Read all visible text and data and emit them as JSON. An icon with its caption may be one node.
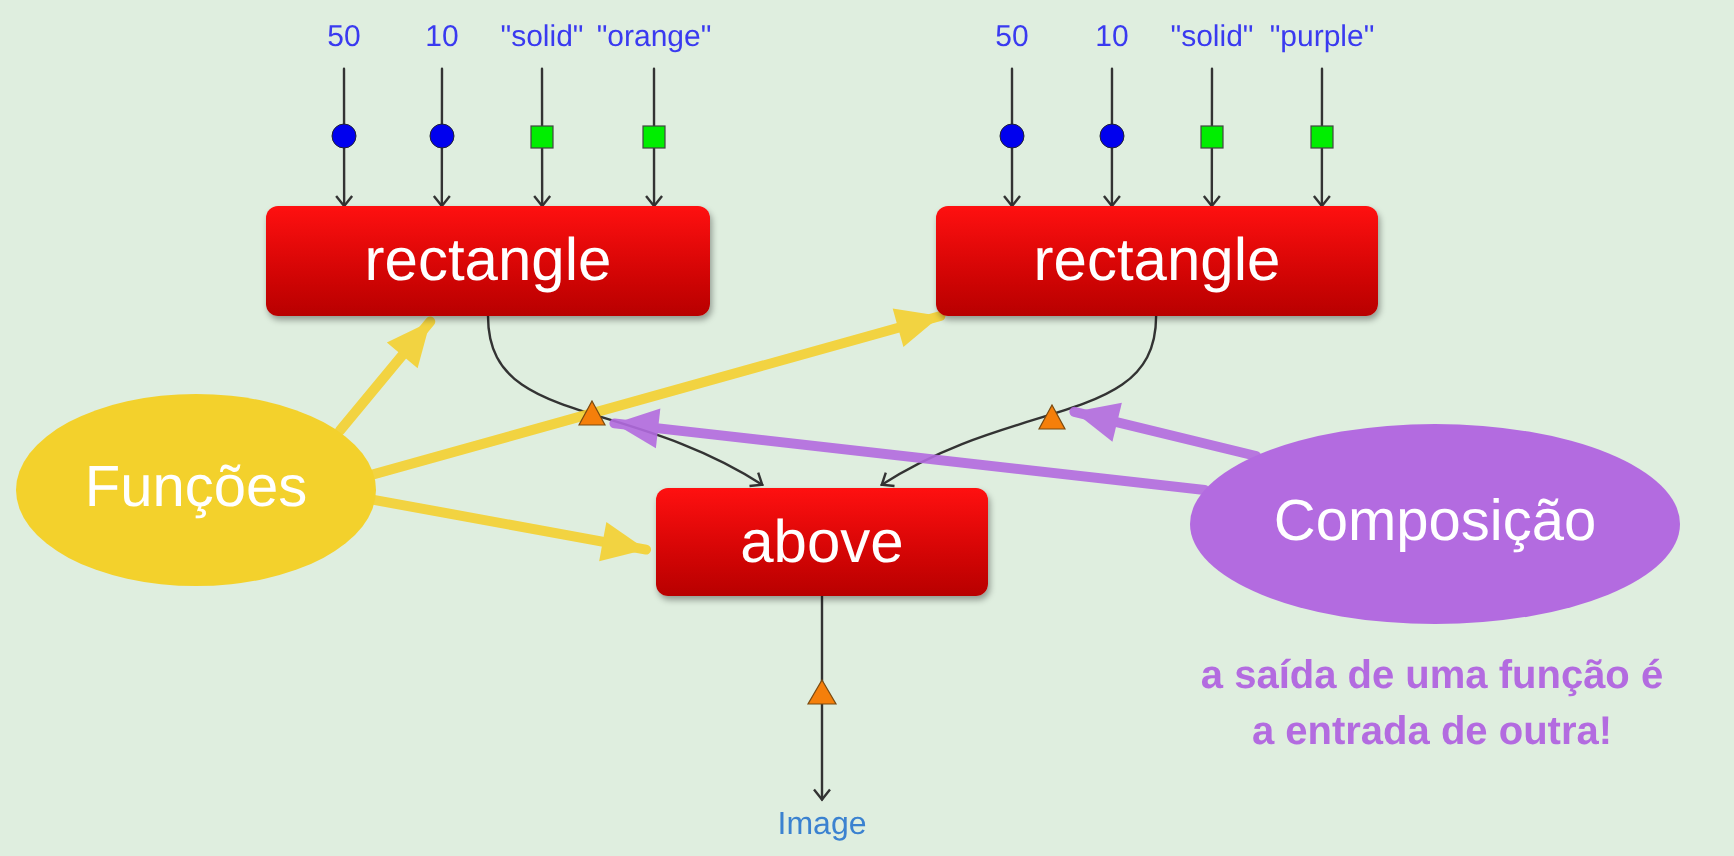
{
  "diagram": {
    "nodes": [
      {
        "text": [
          "50"
        ]
      },
      {
        "text": [
          "10"
        ]
      },
      {
        "text": [
          "\"solid\""
        ]
      },
      {
        "text": [
          "\"orange\""
        ]
      },
      {
        "text": [
          "rectangle"
        ]
      },
      {
        "text": [
          "50"
        ]
      },
      {
        "text": [
          "10"
        ]
      },
      {
        "text": [
          "\"solid\""
        ]
      },
      {
        "text": [
          "\"purple\""
        ]
      },
      {
        "text": [
          "rectangle"
        ]
      },
      {
        "text": [
          "above"
        ]
      },
      {
        "text": [
          "Image"
        ]
      },
      {
        "text": [
          "Funções"
        ]
      },
      {
        "text": [
          "Composição"
        ]
      },
      {
        "text": [],
        "shape": "triangle"
      },
      {
        "text": [],
        "shape": "triangle"
      }
    ],
    "edges": [
      {
        "from": 0,
        "to": 4,
        "arrow": "to"
      },
      {
        "from": 1,
        "to": 4,
        "arrow": "to"
      },
      {
        "from": 2,
        "to": 4,
        "arrow": "to"
      },
      {
        "from": 3,
        "to": 4,
        "arrow": "to"
      },
      {
        "from": 5,
        "to": 9,
        "arrow": "to"
      },
      {
        "from": 6,
        "to": 9,
        "arrow": "to"
      },
      {
        "from": 7,
        "to": 9,
        "arrow": "to"
      },
      {
        "from": 8,
        "to": 9,
        "arrow": "to"
      },
      {
        "from": 4,
        "to": 10,
        "arrow": "to"
      },
      {
        "from": 9,
        "to": 10,
        "arrow": "to"
      },
      {
        "from": 10,
        "to": 11,
        "arrow": "to"
      },
      {
        "from": 12,
        "to": 4,
        "arrow": "to",
        "style": "thick",
        "color": "#f5d130"
      },
      {
        "from": 12,
        "to": 9,
        "arrow": "to",
        "style": "thick",
        "color": "#f5d130"
      },
      {
        "from": 12,
        "to": 10,
        "arrow": "to",
        "style": "thick",
        "color": "#f5d130"
      },
      {
        "from": 13,
        "to": 14,
        "arrow": "to",
        "style": "thick",
        "color": "#b36be0"
      },
      {
        "from": 13,
        "to": 15,
        "arrow": "to",
        "style": "thick",
        "color": "#b36be0"
      }
    ],
    "labels": [
      "a saída de uma função é a entrada de outra!"
    ]
  }
}
